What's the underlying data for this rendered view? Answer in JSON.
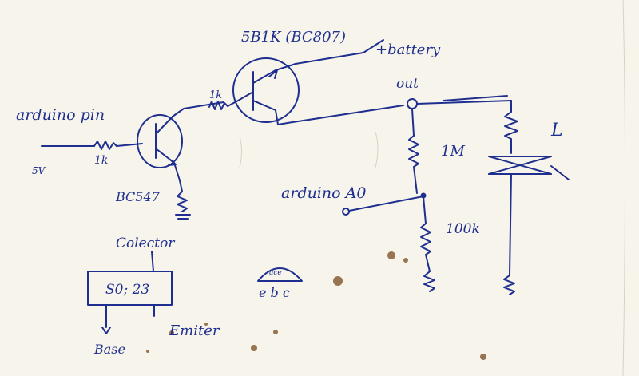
{
  "diagram": {
    "labels": {
      "arduino_pin": "arduino pin",
      "pin_voltage": "5V",
      "base_resistor": "1k",
      "npn_part": "BC547",
      "pnp_part": "5B1K (BC807)",
      "resistor_1k_pnp": "1k",
      "battery": "+battery",
      "out": "out",
      "r_1m": "1M",
      "arduino_a0": "arduino A0",
      "r_100k": "100k",
      "load": "L",
      "collector": "Colector",
      "package_code": "S0; 23",
      "base": "Base",
      "emitter": "Emiter",
      "pinout_top": "ace",
      "pinout_bottom": "e b c"
    },
    "ink_color": "#1f2f8f",
    "paper_color": "#f7f4ec"
  }
}
